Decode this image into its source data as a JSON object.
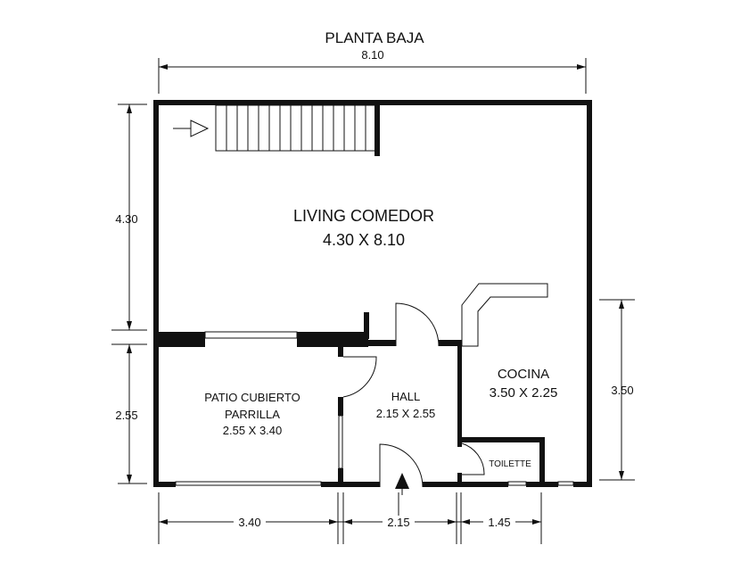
{
  "title": "PLANTA BAJA",
  "rooms": {
    "living": {
      "name": "LIVING COMEDOR",
      "size": "4.30 X 8.10"
    },
    "patio": {
      "name1": "PATIO CUBIERTO",
      "name2": "PARRILLA",
      "size": "2.55 X 3.40"
    },
    "hall": {
      "name": "HALL",
      "size": "2.15 X 2.55"
    },
    "cocina": {
      "name": "COCINA",
      "size": "3.50 X 2.25"
    },
    "toilette": {
      "name": "TOILETTE"
    }
  },
  "dimensions": {
    "top": "8.10",
    "left_upper": "4.30",
    "left_lower": "2.55",
    "right": "3.50",
    "bottom_1": "3.40",
    "bottom_2": "2.15",
    "bottom_3": "1.45"
  },
  "stair_treads": 15
}
